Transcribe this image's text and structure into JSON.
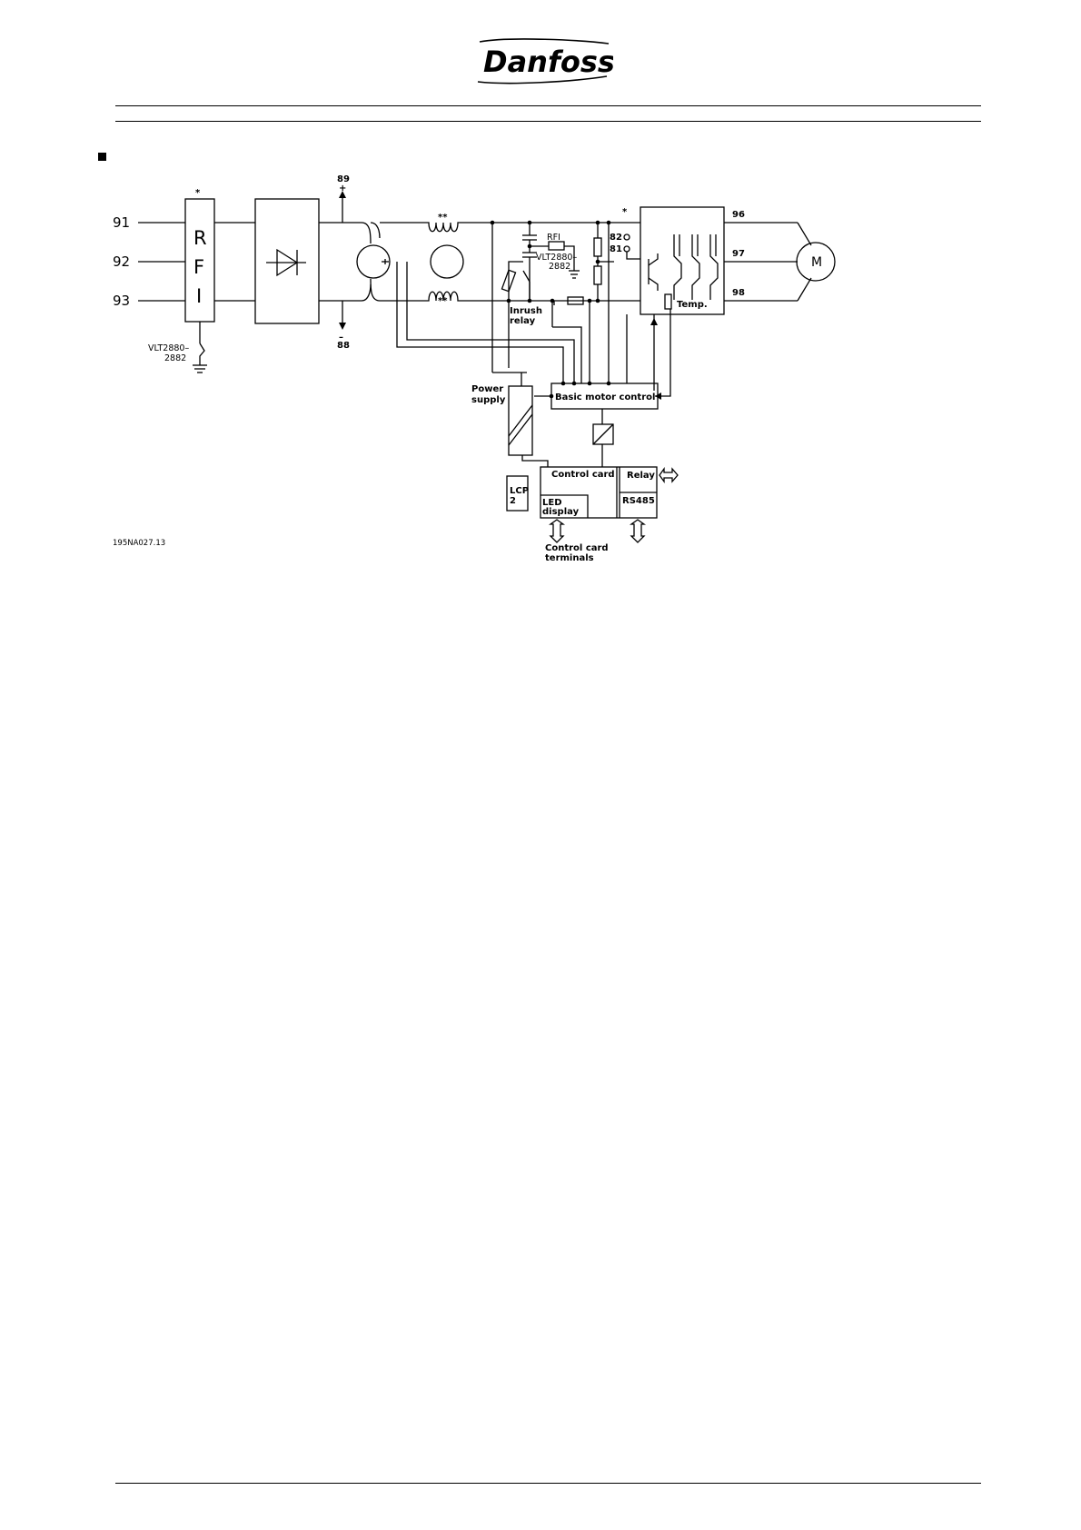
{
  "header": {
    "brand": "Danfoss"
  },
  "diagram": {
    "reference_id": "195NA027.13",
    "terminals": {
      "l1": "91",
      "l2": "92",
      "l3": "93",
      "dc_plus": "89",
      "dc_minus": "88",
      "plus_sign": "+",
      "minus_sign": "–",
      "u": "96",
      "v": "97",
      "w": "98",
      "brake_82": "82",
      "brake_81": "81"
    },
    "marks": {
      "asterisk": "*",
      "double_asterisk": "**"
    },
    "rfi_letters": [
      "R",
      "F",
      "I"
    ],
    "rfi_small": "RFI",
    "vlt_switch": [
      "VLT2880–",
      "2882"
    ],
    "vlt_small": [
      "VLT2880–",
      "2882"
    ],
    "labels": {
      "inrush": [
        "Inrush",
        "relay"
      ],
      "power_supply": [
        "Power",
        "supply"
      ],
      "basic_motor_control": "Basic motor control",
      "control_card": "Control card",
      "relay": "Relay",
      "rs485": "RS485",
      "lcp": [
        "LCP",
        "2"
      ],
      "led": [
        "LED",
        "display"
      ],
      "control_card_terminals": [
        "Control card",
        "terminals"
      ],
      "temp": "Temp.",
      "motor": "M"
    }
  }
}
